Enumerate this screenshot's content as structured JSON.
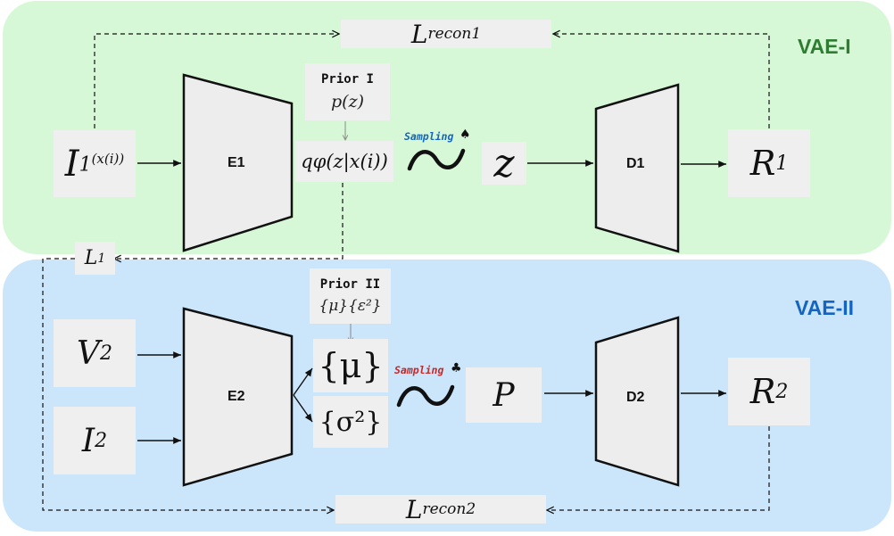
{
  "vae1": {
    "title": "VAE-I",
    "title_color": "#2e7d32",
    "input_main": "I",
    "input_sub": "1",
    "input_sup": "(x(i))",
    "encoder": "E1",
    "prior_label": "Prior I",
    "prior_formula": "p(z)",
    "posterior": "qφ(z|x(i))",
    "sampling": "Sampling",
    "sampling_color": "#1565c0",
    "sampling_suit": "♠",
    "latent": "z",
    "decoder": "D1",
    "output_main": "R",
    "output_sub": "1",
    "loss_main": "L",
    "loss_sub": "recon1"
  },
  "link": {
    "main": "L",
    "sub": "1"
  },
  "vae2": {
    "title": "VAE-II",
    "title_color": "#1565c0",
    "input1_main": "V",
    "input1_sub": "2",
    "input2_main": "I",
    "input2_sub": "2",
    "encoder": "E2",
    "prior_label": "Prior II",
    "prior_formula": "{μ}{ε²}",
    "mu": "{μ}",
    "sigma": "{σ²}",
    "sampling": "Sampling",
    "sampling_color": "#c62828",
    "sampling_suit": "♣",
    "latent": "P",
    "decoder": "D2",
    "output_main": "R",
    "output_sub": "2",
    "loss_main": "L",
    "loss_sub": "recon2"
  }
}
